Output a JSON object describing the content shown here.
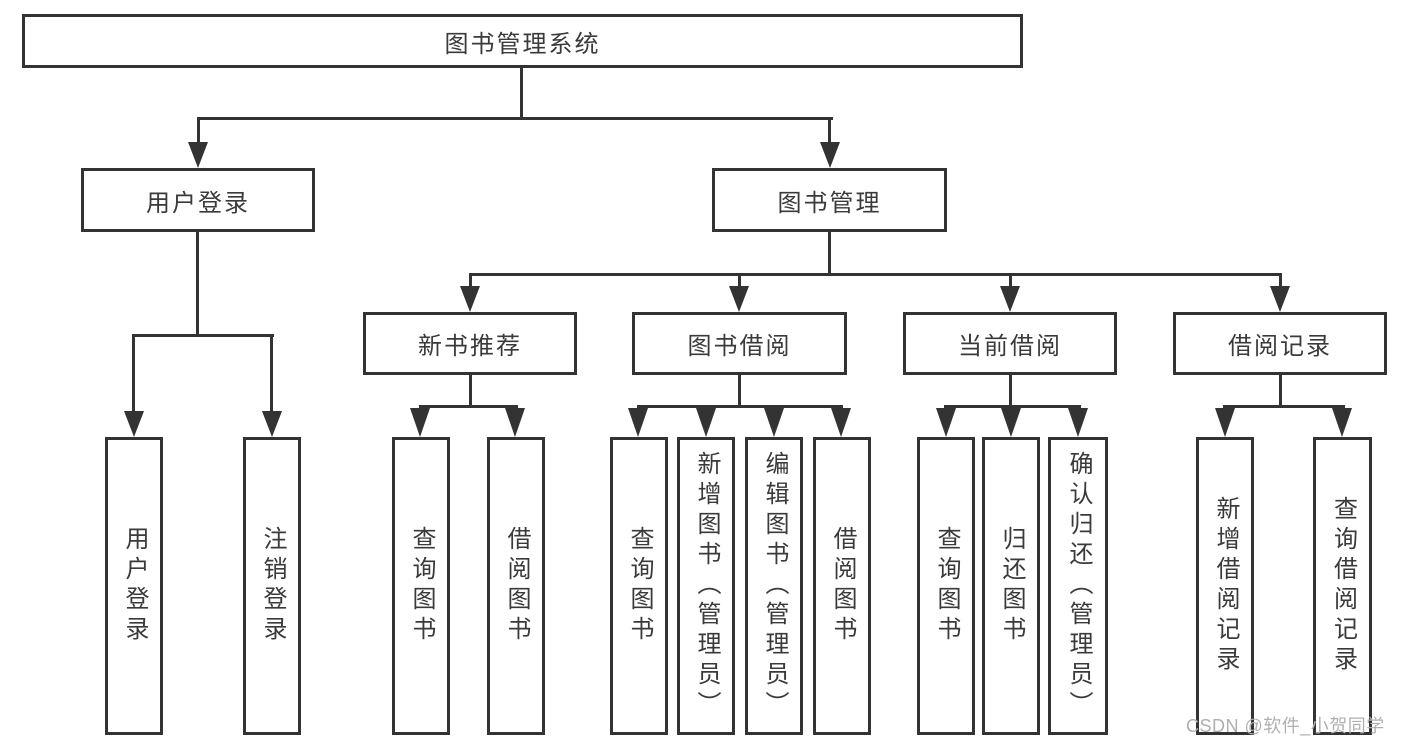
{
  "diagram": {
    "root_label": "图书管理系统",
    "user_branch": {
      "label": "用户登录",
      "leaves": [
        "用户登录",
        "注销登录"
      ]
    },
    "book_branch": {
      "label": "图书管理",
      "groups": [
        {
          "label": "新书推荐",
          "leaves": [
            "查询图书",
            "借阅图书"
          ]
        },
        {
          "label": "图书借阅",
          "leaves": [
            "查询图书",
            "新增图书（管理员）",
            "编辑图书（管理员）",
            "借阅图书"
          ]
        },
        {
          "label": "当前借阅",
          "leaves": [
            "查询图书",
            "归还图书",
            "确认归还（管理员）"
          ]
        },
        {
          "label": "借阅记录",
          "leaves": [
            "新增借阅记录",
            "查询借阅记录"
          ]
        }
      ]
    },
    "watermark": "CSDN @软件_小贺同学",
    "colors": {
      "line": "#333333",
      "text": "#3a3a3a",
      "watermark": "#b0b0b0",
      "background": "#ffffff"
    }
  }
}
